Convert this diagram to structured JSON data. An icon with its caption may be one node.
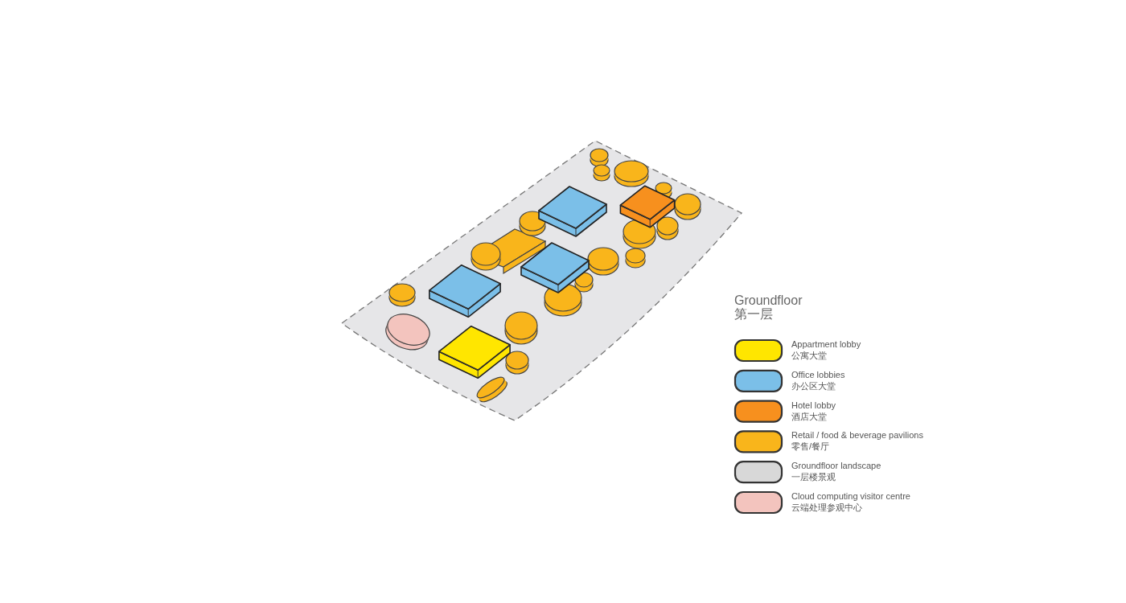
{
  "diagram": {
    "labels": [
      "Groundfloor",
      "第一层"
    ],
    "legend": [
      {
        "text": "Appartment lobby 公寓大堂",
        "color": "#ffe600"
      },
      {
        "text": "Office lobbies 办公区大堂",
        "color": "#7bbfe8"
      },
      {
        "text": "Hotel lobby 酒店大堂",
        "color": "#f7901e"
      },
      {
        "text": "Retail / food & beverage pavilions 零售/餐厅",
        "color": "#f9b51b"
      },
      {
        "text": "Groundfloor landscape 一层楼景观",
        "color": "#d8d8d8"
      },
      {
        "text": "Cloud computing visitor centre 云端处理参观中心",
        "color": "#f3c4be"
      }
    ]
  }
}
